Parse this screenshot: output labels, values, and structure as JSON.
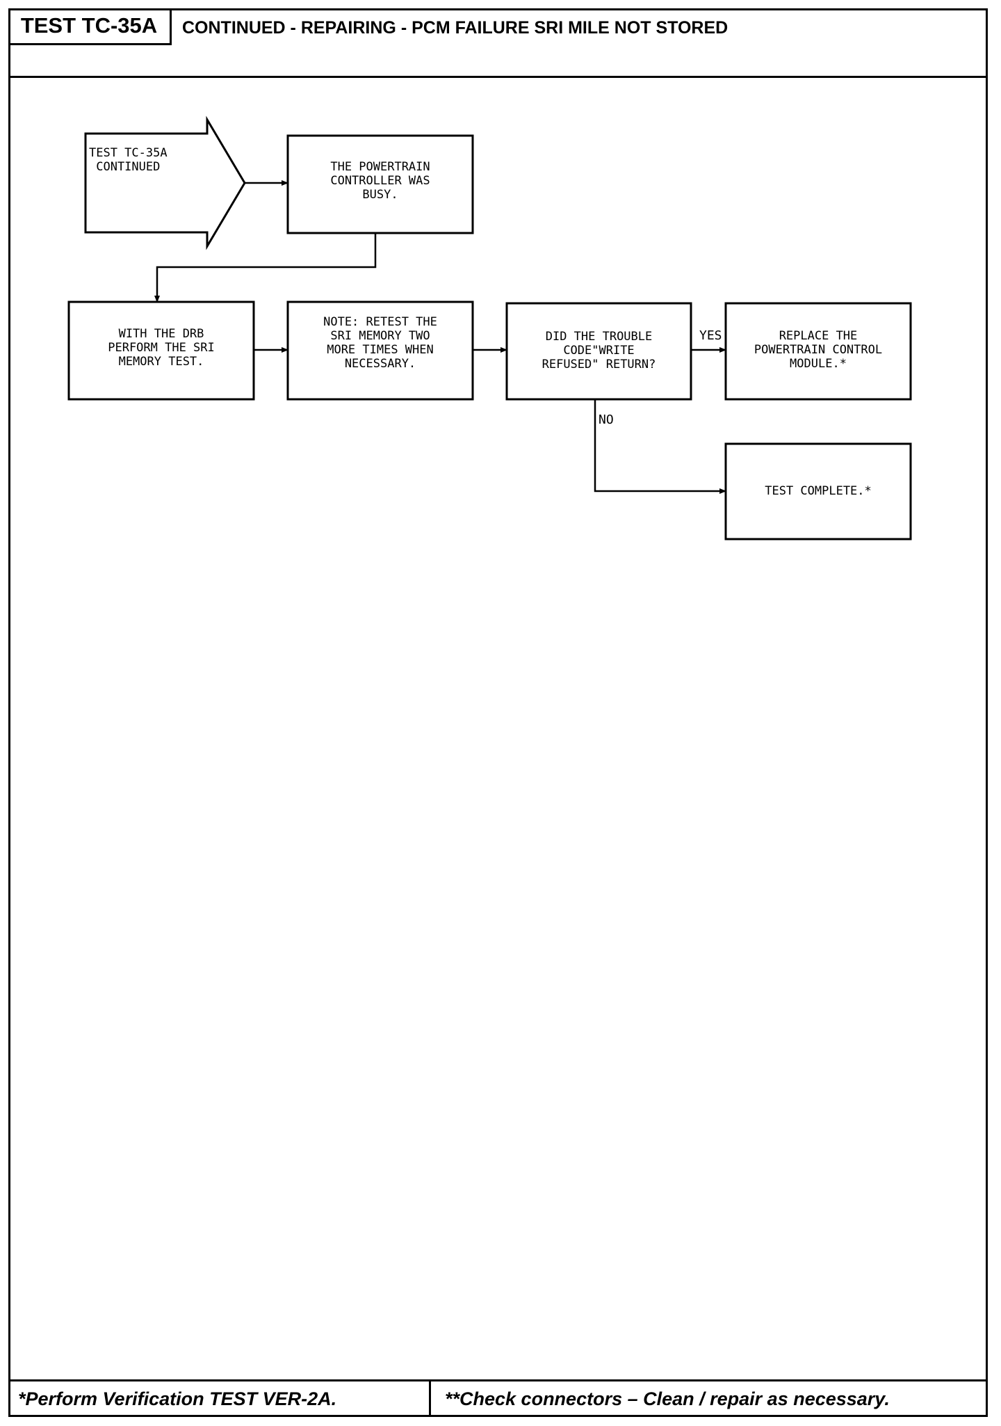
{
  "header": {
    "test_id": "TEST TC-35A",
    "title": "CONTINUED - REPAIRING - PCM FAILURE SRI MILE NOT STORED"
  },
  "flowchart": {
    "start": "TEST TC-35A\nCONTINUED",
    "step1": "THE POWERTRAIN\nCONTROLLER WAS\nBUSY.",
    "step2": "WITH THE DRB\nPERFORM THE SRI\nMEMORY TEST.",
    "step3": "NOTE: RETEST THE\nSRI MEMORY TWO\nMORE TIMES WHEN\nNECESSARY.",
    "decision": "DID THE TROUBLE\nCODE\"WRITE\nREFUSED\" RETURN?",
    "yes_label": "YES",
    "no_label": "NO",
    "yes_result": "REPLACE THE\nPOWERTRAIN CONTROL\nMODULE.*",
    "no_result": "TEST COMPLETE.*"
  },
  "footer": {
    "left": "*Perform Verification TEST VER-2A.",
    "right": "**Check connectors – Clean / repair as necessary."
  }
}
